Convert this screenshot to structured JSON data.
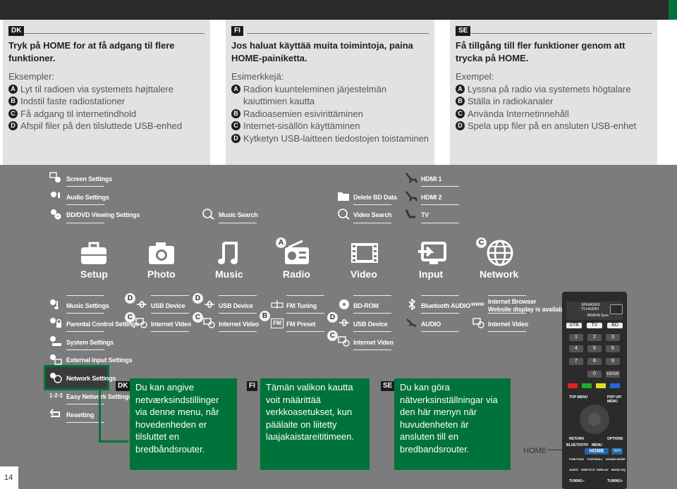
{
  "boxes": {
    "dk": {
      "tag": "DK",
      "head": "Tryk på HOME for at få adgang til flere funktioner.",
      "ex": "Eksempler:",
      "items": [
        {
          "k": "A",
          "t": "Lyt til radioen via systemets højttalere"
        },
        {
          "k": "B",
          "t": "Indstil faste radiostationer"
        },
        {
          "k": "C",
          "t": "Få adgang til internetindhold"
        },
        {
          "k": "D",
          "t": "Afspil filer på den tilsluttede USB-enhed"
        }
      ]
    },
    "fi": {
      "tag": "FI",
      "head": "Jos haluat käyttää muita toimintoja, paina HOME-painiketta.",
      "ex": "Esimerkkejä:",
      "items": [
        {
          "k": "A",
          "t": "Radion kuunteleminen järjestelmän kaiuttimien kautta"
        },
        {
          "k": "B",
          "t": "Radioasemien esivirittäminen"
        },
        {
          "k": "C",
          "t": "Internet-sisällön käyttäminen"
        },
        {
          "k": "D",
          "t": "Kytketyn USB-laitteen tiedostojen toistaminen"
        }
      ]
    },
    "se": {
      "tag": "SE",
      "head": "Få tillgång till fler funktioner genom att trycka på HOME.",
      "ex": "Exempel:",
      "items": [
        {
          "k": "A",
          "t": "Lyssna på radio via systemets högtalare"
        },
        {
          "k": "B",
          "t": "Ställa in radiokanaler"
        },
        {
          "k": "C",
          "t": "Använda Internetinnehåll"
        },
        {
          "k": "D",
          "t": "Spela upp filer på en ansluten USB-enhet"
        }
      ]
    }
  },
  "top_menu": {
    "setup": [
      "Screen Settings",
      "Audio Settings",
      "BD/DVD Viewing Settings"
    ],
    "music": [
      "Music Search"
    ],
    "video": [
      "Delete BD Data",
      "Video Search"
    ],
    "input": [
      "HDMI 1",
      "HDMI 2",
      "TV"
    ]
  },
  "categories": [
    "Setup",
    "Photo",
    "Music",
    "Radio",
    "Video",
    "Input",
    "Network"
  ],
  "bubble_labels": {
    "a": "A",
    "b": "B",
    "c": "C",
    "d": "D"
  },
  "bottom_menu": {
    "setup": [
      "Music Settings",
      "Parental Control Settings",
      "System Settings",
      "External Input Settings",
      "Network Settings",
      "Easy Network Settings",
      "Resetting"
    ],
    "photo": [
      "USB Device",
      "Internet Video"
    ],
    "music": [
      "USB Device",
      "Internet Video"
    ],
    "radio": [
      "FM Tuning",
      "FM Preset"
    ],
    "video": [
      "BD-ROM",
      "USB Device",
      "Internet Video"
    ],
    "input": [
      "Bluetooth AUDIO",
      "AUDIO"
    ],
    "network": [
      "Internet Browser",
      "Website display is available",
      "Internet Video"
    ],
    "fm_icon": "FM",
    "www_icon": "www"
  },
  "notes": {
    "dk": {
      "tag": "DK",
      "text": "Du kan angive netværksindstillinger via denne menu, når hovedenheden er tilsluttet en bredbåndsrouter."
    },
    "fi": {
      "tag": "FI",
      "text": "Tämän valikon kautta voit määrittää verkkoasetukset, kun päälaite on liitetty laajakaistareititimeen."
    },
    "se": {
      "tag": "SE",
      "text": "Du kan göra nätverksinställningar via den här menyn när huvudenheten är ansluten till en bredbandsrouter."
    }
  },
  "remote": {
    "home_callout": "HOME",
    "top_labels": [
      "SPEAKERS",
      "TV+AUDIO",
      "BRAVIA Sync"
    ],
    "src": [
      "STB",
      "TV",
      "BD"
    ],
    "digits": [
      "1",
      "2",
      "3",
      "4",
      "5",
      "6",
      "7",
      "8",
      "9",
      "0",
      "ENTER"
    ],
    "labels": [
      "TOP MENU",
      "POP UP/ MENU",
      "RETURN",
      "OPTIONS",
      "BLUETOOTH",
      "MENU",
      "HOME",
      "SEN",
      "FUNCTION",
      "FOOTBALL",
      "SOUND MODE",
      "AUDIO",
      "SUBTITLE",
      "DISPLAY",
      "MUSIC EQ",
      "TUNING–",
      "TUNING+"
    ]
  },
  "page_number": "14"
}
